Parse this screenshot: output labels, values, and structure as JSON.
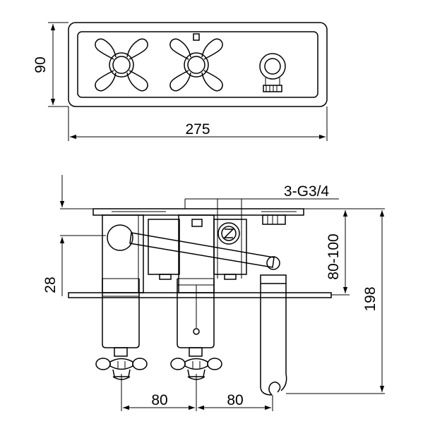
{
  "dimensions": {
    "plate_height": "90",
    "plate_width": "275",
    "thread": "3-G3/4",
    "wall_depth": "28",
    "installation_depth": "80-100",
    "total_depth": "198",
    "spacing_left": "80",
    "spacing_right": "80"
  },
  "colors": {
    "line": "#000000",
    "background": "#ffffff"
  },
  "icons": {
    "handle": "cross-handle-icon",
    "outlet": "hose-outlet-icon"
  }
}
